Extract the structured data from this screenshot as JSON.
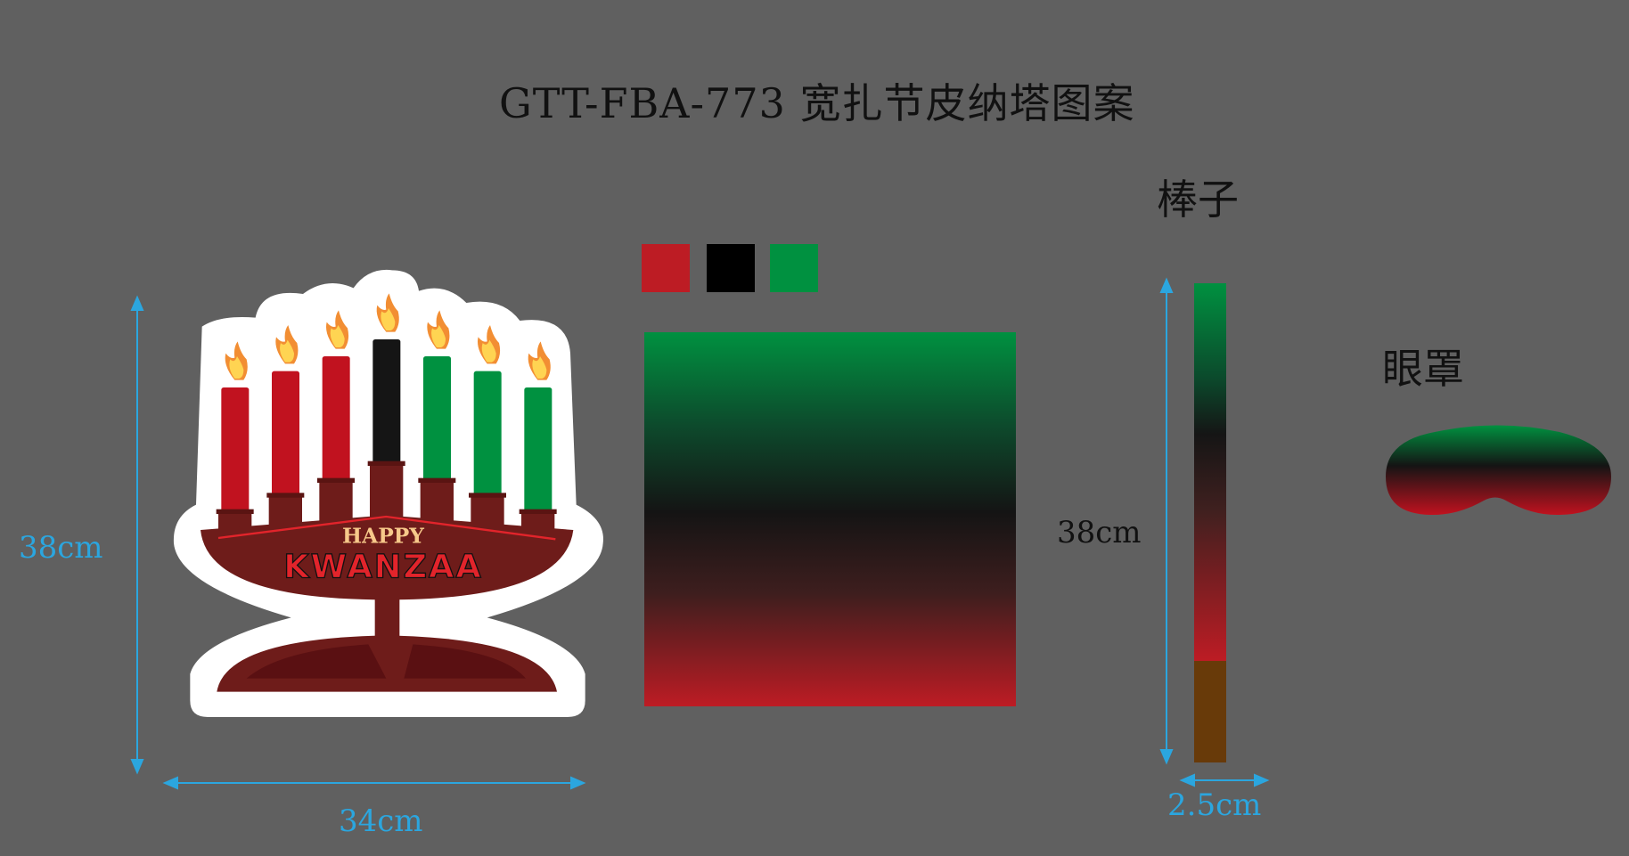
{
  "title": "GTT-FBA-773  宽扎节皮纳塔图案",
  "colors": {
    "red": "#bd1c24",
    "black": "#000000",
    "green": "#009140",
    "handle": "#683a09",
    "dimension": "#2ba6df"
  },
  "swatches": [
    {
      "name": "red",
      "color": "#bd1c24"
    },
    {
      "name": "black",
      "color": "#000000"
    },
    {
      "name": "green",
      "color": "#009140"
    }
  ],
  "pinata": {
    "height_label": "38cm",
    "width_label": "34cm",
    "greeting_line1": "HAPPY",
    "greeting_line2": "KWANZAA"
  },
  "stick": {
    "title": "棒子",
    "height_label": "38cm",
    "width_label": "2.5cm"
  },
  "eye_mask": {
    "title": "眼罩"
  }
}
